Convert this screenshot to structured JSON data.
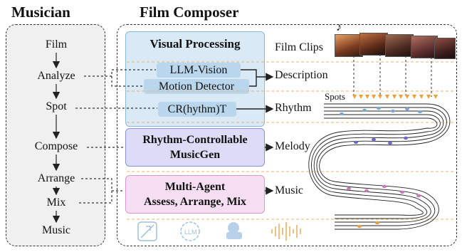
{
  "musician": {
    "title": "Musician",
    "steps": [
      "Film",
      "Analyze",
      "Spot",
      "Compose",
      "Arrange",
      "Mix",
      "Music"
    ]
  },
  "composer": {
    "title": "Film Composer",
    "visual_processing": {
      "title": "Visual Processing",
      "llm_vision": "LLM-Vision",
      "motion_detector": "Motion Detector",
      "crt": "CR(hythm)T"
    },
    "rhythm_controllable": {
      "line1": "Rhythm-Controllable",
      "line2": "MusicGen"
    },
    "multi_agent": {
      "line1": "Multi-Agent",
      "line2": "Assess, Arrange, Mix"
    },
    "outputs": {
      "film_clips": "Film Clips",
      "description": "Description",
      "rhythm": "Rhythm",
      "melody": "Melody",
      "music": "Music",
      "spots": "Spots"
    },
    "icons": [
      "rhythm-score-icon",
      "llm-icon",
      "agent-icon",
      "audio-waveform-icon"
    ],
    "colors": {
      "visual_processing": "#d9e9f5",
      "rhythm_controllable": "#dcdcf6",
      "multi_agent": "#f6def2",
      "spot_markers": "#f0a030"
    }
  }
}
